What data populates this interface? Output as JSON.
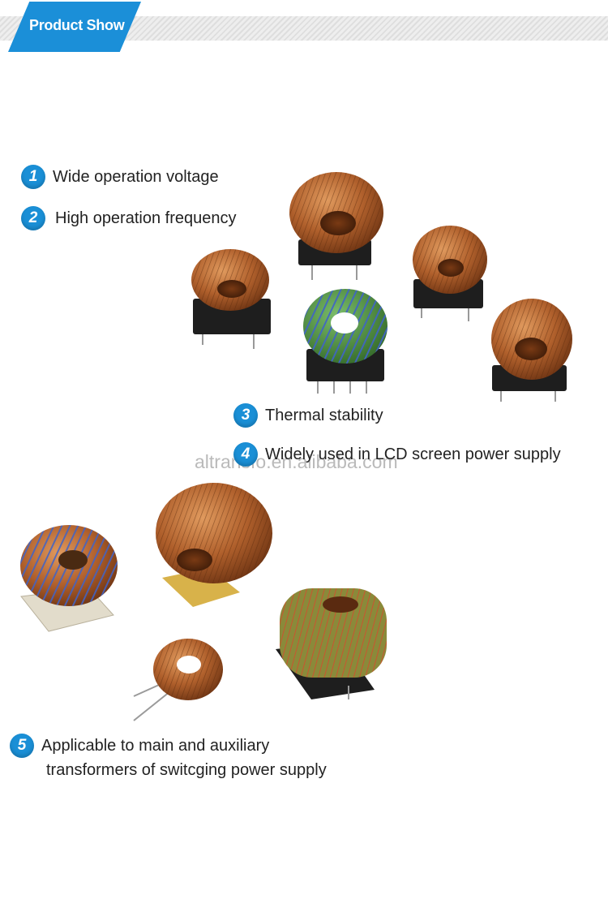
{
  "header": {
    "title": "Product Show"
  },
  "features": [
    {
      "num": "1",
      "text": "Wide operation voltage"
    },
    {
      "num": "2",
      "text": "High operation frequency"
    },
    {
      "num": "3",
      "text": "Thermal stability"
    },
    {
      "num": "4",
      "text": "Widely used in LCD screen power supply"
    },
    {
      "num": "5",
      "text_line1": "Applicable to main and auxiliary",
      "text_line2": "transformers of switcging power supply"
    }
  ],
  "watermark": "altransfo.en.alibaba.com",
  "colors": {
    "accent": "#1a8fd6",
    "copper": "#b0602c",
    "blue_wire": "#3f63c8",
    "dark_base": "#1e1e1e"
  }
}
